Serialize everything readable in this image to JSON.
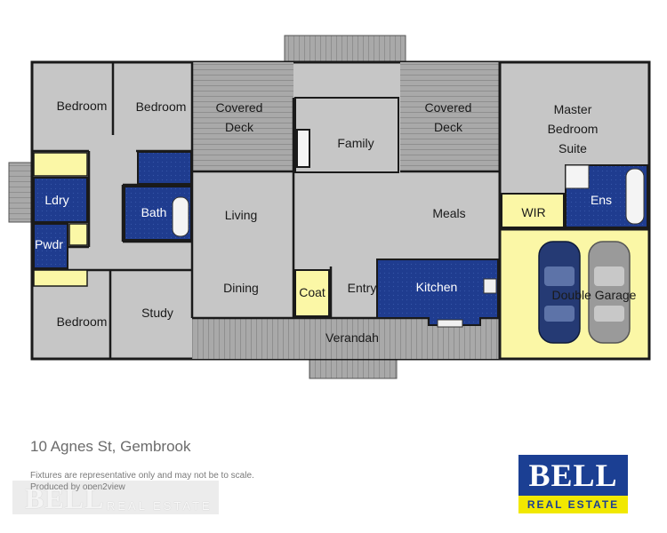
{
  "plan": {
    "rooms": {
      "bedroom_1": "Bedroom",
      "bedroom_2": "Bedroom",
      "bedroom_3": "Bedroom",
      "covered_deck_1": "Covered\nDeck",
      "covered_deck_2": "Covered\nDeck",
      "family": "Family",
      "master": "Master\nBedroom\nSuite",
      "laundry": "Ldry",
      "bath": "Bath",
      "powder": "Pwdr",
      "living": "Living",
      "dining": "Dining",
      "study": "Study",
      "meals": "Meals",
      "wir": "WIR",
      "ensuite": "Ens",
      "coat": "Coat",
      "entry": "Entry",
      "kitchen": "Kitchen",
      "garage": "Double Garage",
      "verandah": "Verandah"
    },
    "colors": {
      "wall": "#1a1a1a",
      "room_fill": "#c6c6c6",
      "wet_area": "#1f3c8f",
      "storage": "#fbf7a6",
      "deck": "#a8a8a8"
    }
  },
  "address": "10 Agnes St, Gembrook",
  "disclaimer": "Fixtures are representative only and may not be to scale.",
  "producer": "Produced by open2view",
  "logo": {
    "name": "BELL",
    "tagline": "REAL ESTATE",
    "colors": {
      "blue": "#1b3f93",
      "yellow": "#f1e800"
    }
  },
  "watermark": {
    "name": "BELL",
    "tagline": "REAL ESTATE"
  }
}
